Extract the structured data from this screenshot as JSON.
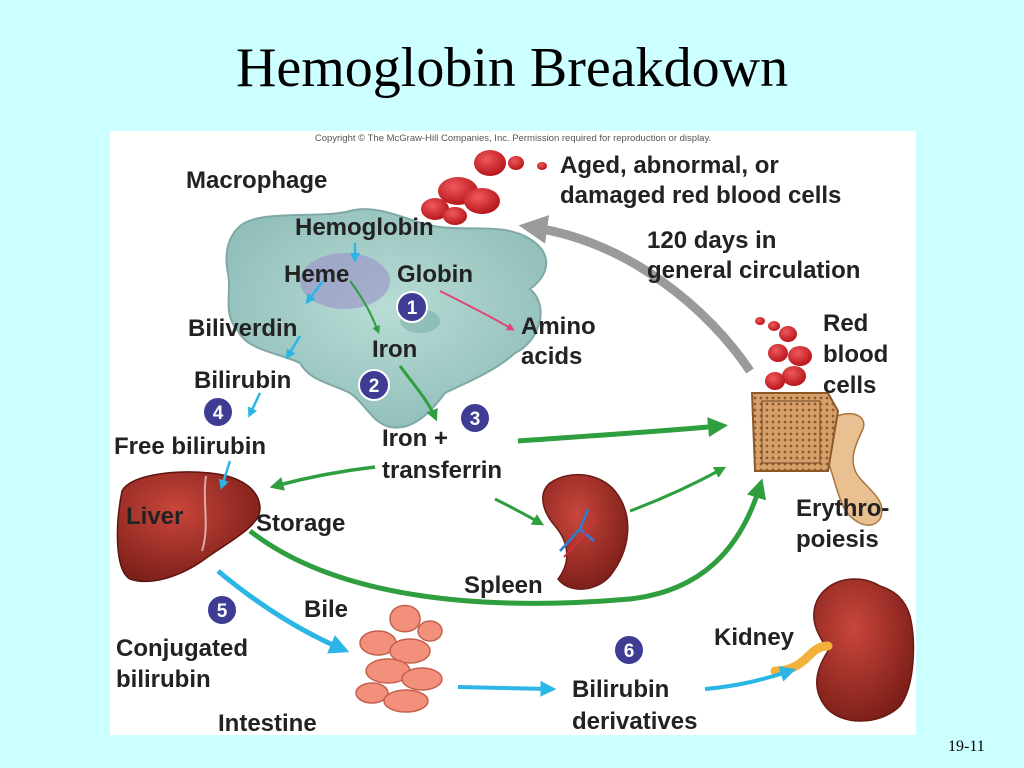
{
  "slide": {
    "title": "Hemoglobin Breakdown",
    "slide_number": "19-11"
  },
  "figure": {
    "copyright": "Copyright © The McGraw-Hill Companies, Inc. Permission required for reproduction or display.",
    "labels": {
      "macrophage": "Macrophage",
      "hemoglobin": "Hemoglobin",
      "heme": "Heme",
      "globin": "Globin",
      "biliverdin": "Biliverdin",
      "iron": "Iron",
      "amino_1": "Amino",
      "amino_2": "acids",
      "bilirubin": "Bilirubin",
      "free_bilirubin": "Free bilirubin",
      "iron_transferrin_1": "Iron +",
      "iron_transferrin_2": "transferrin",
      "liver": "Liver",
      "storage": "Storage",
      "spleen": "Spleen",
      "bile": "Bile",
      "conjugated_1": "Conjugated",
      "conjugated_2": "bilirubin",
      "intestine": "Intestine",
      "bilirubin_deriv_1": "Bilirubin",
      "bilirubin_deriv_2": "derivatives",
      "kidney": "Kidney",
      "aged_1": "Aged, abnormal, or",
      "aged_2": "damaged red blood cells",
      "days_1": "120 days in",
      "days_2": "general circulation",
      "rbc_1": "Red",
      "rbc_2": "blood",
      "rbc_3": "cells",
      "erythro_1": "Erythro-",
      "erythro_2": "poiesis"
    },
    "steps": [
      "1",
      "2",
      "3",
      "4",
      "5",
      "6"
    ],
    "colors": {
      "slide_background": "#CCFFFF",
      "macrophage": "#9FC9C4",
      "red_blood_cell": "#D8262B",
      "liver": "#8E2A22",
      "spleen": "#B4302A",
      "kidney": "#B5302A",
      "intestine": "#F2907C",
      "bone_marrow": "#D99A5A",
      "green_arrow": "#2E9E3E",
      "blue_arrow": "#2BB6E6",
      "pink_arrow": "#E0457A",
      "gray_arrow": "#9A9A9A",
      "step_circle": "#3F3C94"
    }
  }
}
